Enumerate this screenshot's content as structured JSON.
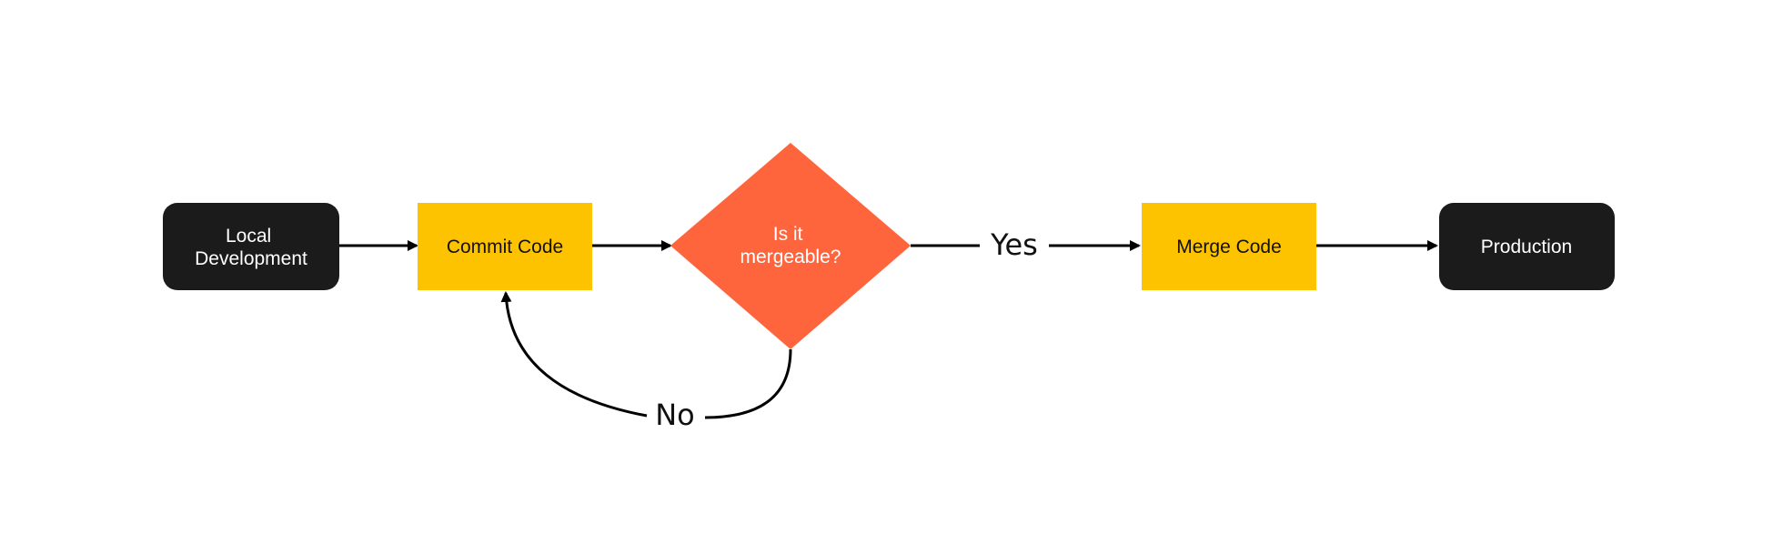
{
  "diagram": {
    "colors": {
      "background": "#ffffff",
      "terminal": "#1b1b1b",
      "process": "#fdc300",
      "decision": "#ff653d",
      "edge": "#000000",
      "dark_text": "#111111",
      "light_text": "#ffffff"
    },
    "nodes": {
      "local": {
        "shape": "rounded-rectangle",
        "lines": [
          "Local",
          "Development"
        ]
      },
      "commit": {
        "shape": "rectangle",
        "label": "Commit Code"
      },
      "decision": {
        "shape": "diamond",
        "lines": [
          "Is it",
          "mergeable?"
        ]
      },
      "merge": {
        "shape": "rectangle",
        "label": "Merge Code"
      },
      "production": {
        "shape": "rounded-rectangle",
        "label": "Production"
      }
    },
    "edges": [
      {
        "from": "local",
        "to": "commit"
      },
      {
        "from": "commit",
        "to": "decision"
      },
      {
        "from": "decision",
        "to": "merge",
        "label": "Yes"
      },
      {
        "from": "decision",
        "to": "commit",
        "label": "No"
      },
      {
        "from": "merge",
        "to": "production"
      }
    ]
  }
}
